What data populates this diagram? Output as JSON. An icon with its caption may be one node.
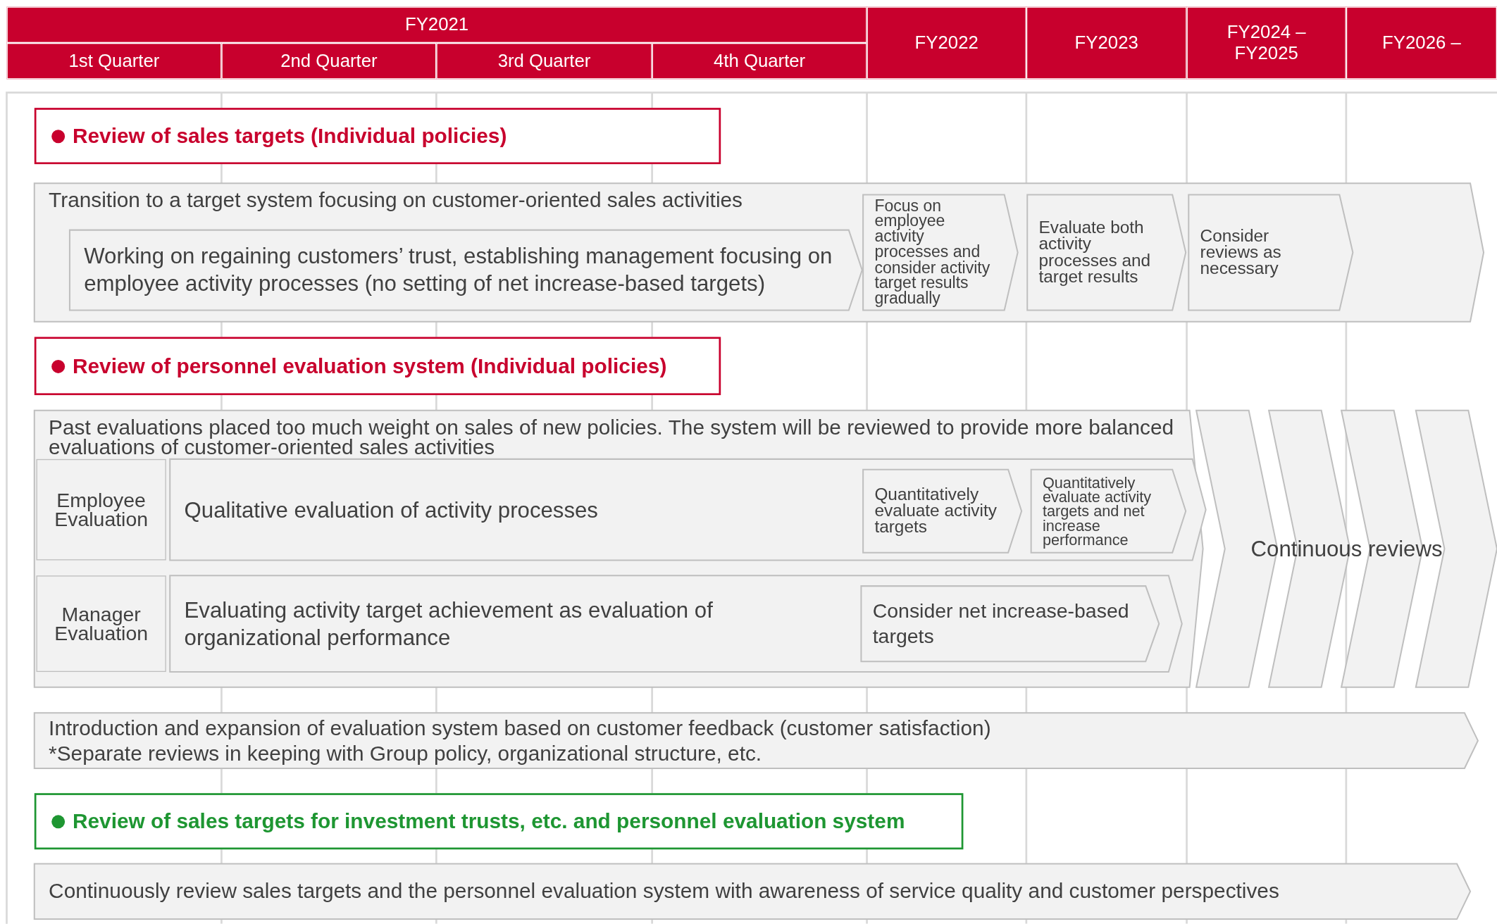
{
  "diagram": {
    "nodes": [
      {
        "text": [
          "FY2021"
        ]
      },
      {
        "text": [
          "1st Quarter"
        ]
      },
      {
        "text": [
          "2nd Quarter"
        ]
      },
      {
        "text": [
          "3rd Quarter"
        ]
      },
      {
        "text": [
          "4th Quarter"
        ]
      },
      {
        "text": [
          "FY2022"
        ]
      },
      {
        "text": [
          "FY2023"
        ]
      },
      {
        "text": [
          "FY2024 – FY2025"
        ]
      },
      {
        "text": [
          "FY2026 –"
        ]
      },
      {
        "text": [
          "Review of sales targets (Individual policies)"
        ]
      },
      {
        "text": [
          "Transition to a target system focusing on customer-oriented sales activities"
        ]
      },
      {
        "text": [
          "Working on regaining customers’ trust, establishing management focusing on employee activity processes (no setting of net increase-based targets)"
        ],
        "in": 10
      },
      {
        "text": [
          "Focus on employee activity processes and consider activity target results gradually"
        ],
        "in": 10
      },
      {
        "text": [
          "Evaluate both activity processes and target results"
        ],
        "in": 10
      },
      {
        "text": [
          "Consider reviews as necessary"
        ],
        "in": 10
      },
      {
        "text": [
          "Review of personnel evaluation system (Individual policies)"
        ]
      },
      {
        "text": [
          "Past evaluations placed too much weight on sales of new policies. The system will be reviewed to provide more balanced evaluations of customer-oriented sales activities"
        ]
      },
      {
        "text": [
          "Employee Evaluation"
        ],
        "in": 16
      },
      {
        "text": [
          "Qualitative evaluation of activity processes"
        ],
        "in": 16
      },
      {
        "text": [
          "Quantitatively evaluate activity targets"
        ],
        "in": 18
      },
      {
        "text": [
          "Quantitatively evaluate activity targets and net increase performance"
        ],
        "in": 18
      },
      {
        "text": [
          "Manager Evaluation"
        ],
        "in": 16
      },
      {
        "text": [
          "Evaluating activity target achievement as evaluation of organizational performance"
        ],
        "in": 16
      },
      {
        "text": [
          "Consider net increase-based targets"
        ],
        "in": 22
      },
      {
        "text": [
          "Continuous reviews"
        ]
      },
      {
        "text": [
          "Introduction and expansion of evaluation system based on customer feedback (customer satisfaction)",
          "*Separate reviews in keeping with Group policy, organizational structure, etc."
        ]
      },
      {
        "text": [
          "Review of sales targets for investment trusts, etc. and personnel evaluation system"
        ]
      },
      {
        "text": [
          "Continuously review sales targets and the personnel evaluation system with awareness of service quality and customer perspectives"
        ]
      }
    ]
  }
}
